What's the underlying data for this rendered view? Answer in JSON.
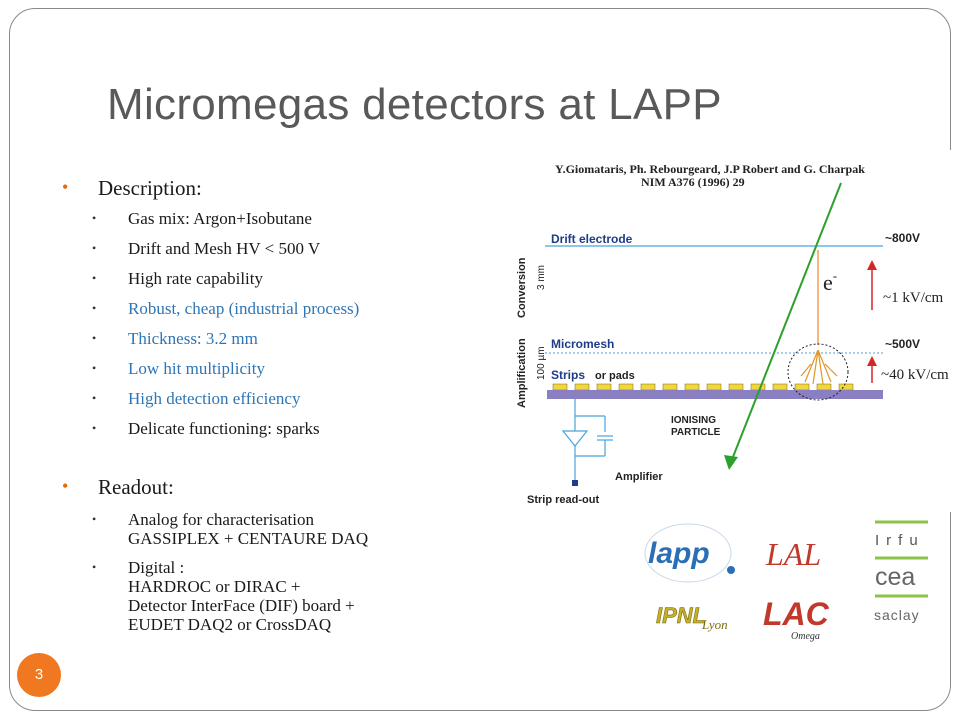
{
  "slide": {
    "title": "Micromegas detectors at LAPP",
    "page_number": "3",
    "sections": [
      {
        "heading": "Description:",
        "items": [
          {
            "text": "Gas mix: Argon+Isobutane",
            "style": "normal"
          },
          {
            "text": "Drift and Mesh HV < 500 V",
            "style": "normal"
          },
          {
            "text": "High rate capability",
            "style": "normal"
          },
          {
            "text": "Robust, cheap (industrial process)",
            "style": "blue"
          },
          {
            "text": "Thickness: 3.2 mm",
            "style": "blue"
          },
          {
            "text": "Low hit multiplicity",
            "style": "blue"
          },
          {
            "text": "High detection efficiency",
            "style": "blue"
          },
          {
            "text": "Delicate functioning: sparks",
            "style": "normal"
          }
        ]
      },
      {
        "heading": "Readout:",
        "items": [
          {
            "lines": [
              "Analog for characterisation",
              "GASSIPLEX + CENTAURE DAQ"
            ]
          },
          {
            "lines": [
              "Digital :",
              "HARDROC or DIRAC +",
              "Detector InterFace (DIF) board +",
              "EUDET DAQ2 or CrossDAQ"
            ]
          }
        ]
      }
    ]
  },
  "diagram": {
    "citation_line1": "Y.Giomataris, Ph. Rebourgeard, J.P Robert and G. Charpak",
    "citation_line2": "NIM A376 (1996) 29",
    "drift_electrode": "Drift electrode",
    "drift_voltage": "~800V",
    "conversion": "Conversion",
    "conversion_gap": "3 mm",
    "electron": "e",
    "electron_sup": "-",
    "drift_field": "~1 kV/cm",
    "micromesh": "Micromesh",
    "mesh_voltage": "~500V",
    "amplification": "Amplification",
    "amplification_gap": "100 µm",
    "strips": "Strips",
    "or_pads": "or pads",
    "amp_field": "~40 kV/cm",
    "ionising_line1": "IONISING",
    "ionising_line2": "PARTICLE",
    "amplifier": "Amplifier",
    "strip_readout": "Strip read-out"
  },
  "logos": {
    "lapp": "lapp",
    "lal": "LAL",
    "irfu": "Irfu",
    "cea": "cea",
    "saclay": "saclay",
    "ipnl": "IPNL",
    "lyon": "Lyon",
    "lpc": "LAC",
    "omega": "Omega"
  },
  "colors": {
    "bullet": "#e36c09",
    "blue_text": "#2e75b6",
    "page_badge": "#f07820",
    "title": "#595959",
    "track_arrow": "#2ca02c",
    "field_arrow": "#d62728"
  }
}
